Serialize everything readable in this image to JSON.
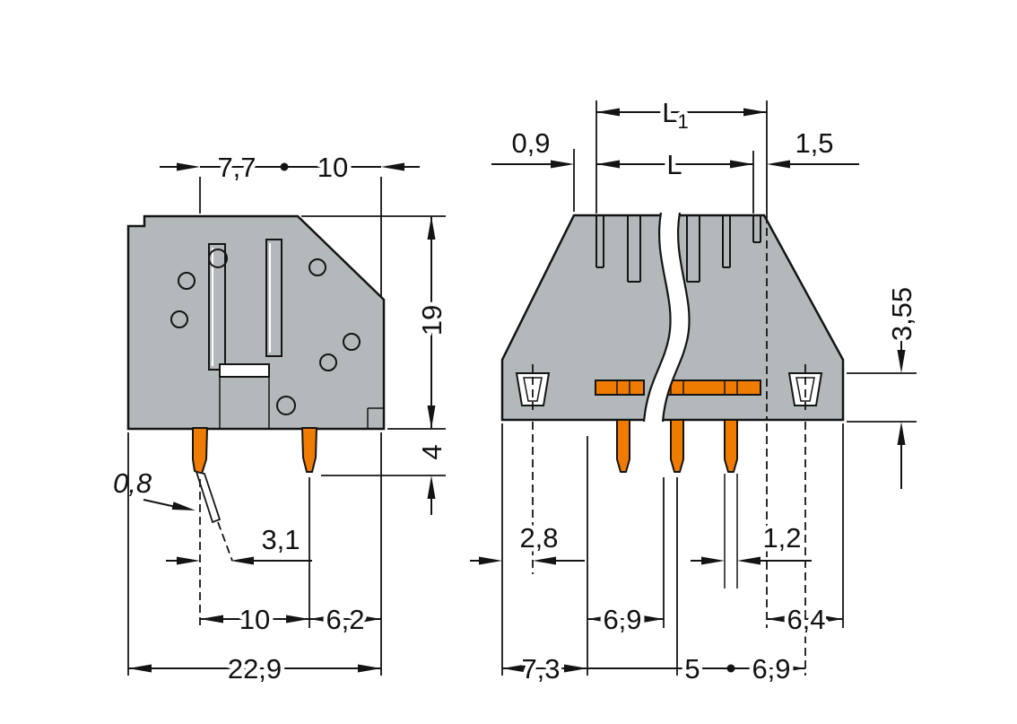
{
  "drawing": {
    "kind": "technical-dimension-drawing",
    "colors": {
      "body_gray": "#b3b9bb",
      "pin_orange": "#ef7c00",
      "line_black": "#141414",
      "background": "#ffffff"
    },
    "side_view": {
      "labels": {
        "width_top_left": "7,7",
        "width_top_right": "10",
        "body_height": "19",
        "pin_length": "4",
        "pin_thickness": "0,8",
        "pin_tip_offset": "3,1",
        "pin_pitch": "10",
        "edge_offset": "6,2",
        "total_depth": "22,9"
      }
    },
    "front_view": {
      "labels": {
        "total_length_main": "L",
        "total_length_sub": "1",
        "length": "L",
        "offset_left": "0,9",
        "offset_right": "1,5",
        "solder_height": "3,55",
        "edge_to_hole": "2,8",
        "pin_width": "1,2",
        "hole_to_pin": "6,9",
        "edge_offset_right": "6,4",
        "edge_to_pin": "7,3",
        "pole_pitch": "5",
        "pin_to_hole": "6,9"
      }
    }
  }
}
